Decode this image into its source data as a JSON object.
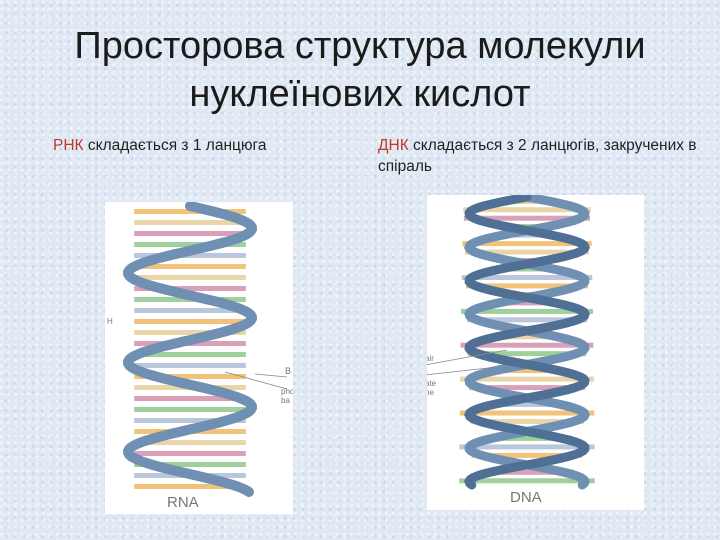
{
  "title": {
    "line1": "Просторова структура молекули",
    "line2": "нуклеїнових кислот"
  },
  "rna": {
    "abbr": "РНК",
    "text": " складається з 1 ланцюга",
    "figure_label": "RNA",
    "side_label": "H",
    "pointer_labels": [
      "B",
      "pho",
      "ba"
    ]
  },
  "dna": {
    "abbr": "ДНК",
    "text": " складається з 2 ланцюгів, закручених в спіраль",
    "figure_label": "DNA",
    "pointer_labels": [
      "air",
      "r",
      "ate",
      "ne"
    ]
  },
  "colors": {
    "strand": "#6f8fb3",
    "strand_dark": "#4f6f95",
    "base_colors": [
      "#f3c27a",
      "#e8d6a8",
      "#d9a0b8",
      "#9fcf9a",
      "#b9c6dc"
    ]
  }
}
